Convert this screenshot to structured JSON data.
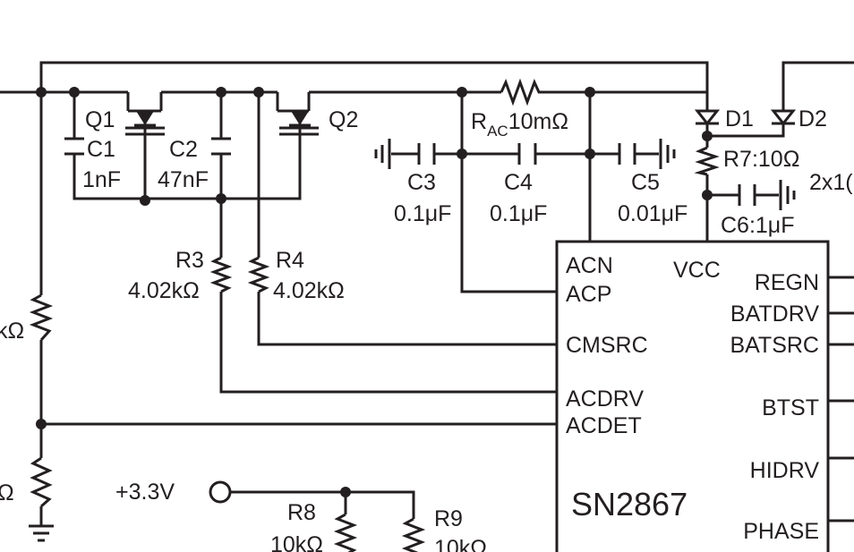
{
  "components": {
    "q1": {
      "ref": "Q1"
    },
    "q2": {
      "ref": "Q2"
    },
    "c1": {
      "ref": "C1",
      "value": "1nF"
    },
    "c2": {
      "ref": "C2",
      "value": "47nF"
    },
    "c3": {
      "ref": "C3",
      "value": "0.1μF"
    },
    "c4": {
      "ref": "C4",
      "value": "0.1μF"
    },
    "c5": {
      "ref": "C5",
      "value": "0.01μF"
    },
    "c6": {
      "label": "C6:1μF"
    },
    "rac": {
      "ref_main": "R",
      "ref_sub": "AC",
      "value": "10mΩ"
    },
    "r3": {
      "ref": "R3",
      "value": "4.02kΩ"
    },
    "r4": {
      "ref": "R4",
      "value": "4.02kΩ"
    },
    "r7": {
      "label": "R7:10Ω"
    },
    "r8": {
      "ref": "R8",
      "value": "10kΩ"
    },
    "r9": {
      "ref": "R9",
      "value": "10kΩ"
    },
    "rleft_top": {
      "value_fragment": "kΩ"
    },
    "rleft_bottom": {
      "value_fragment": "Ω"
    },
    "d1": {
      "ref": "D1"
    },
    "d2": {
      "ref": "D2"
    },
    "cap_bank": {
      "label_fragment": "2x1("
    },
    "supply": {
      "label": "+3.3V"
    }
  },
  "ic": {
    "name": "SN2867",
    "pins_left": [
      "ACN",
      "ACP",
      "CMSRC",
      "ACDRV",
      "ACDET"
    ],
    "pin_vcc": "VCC",
    "pins_right": [
      "REGN",
      "BATDRV",
      "BATSRC",
      "BTST",
      "HIDRV",
      "PHASE"
    ]
  }
}
